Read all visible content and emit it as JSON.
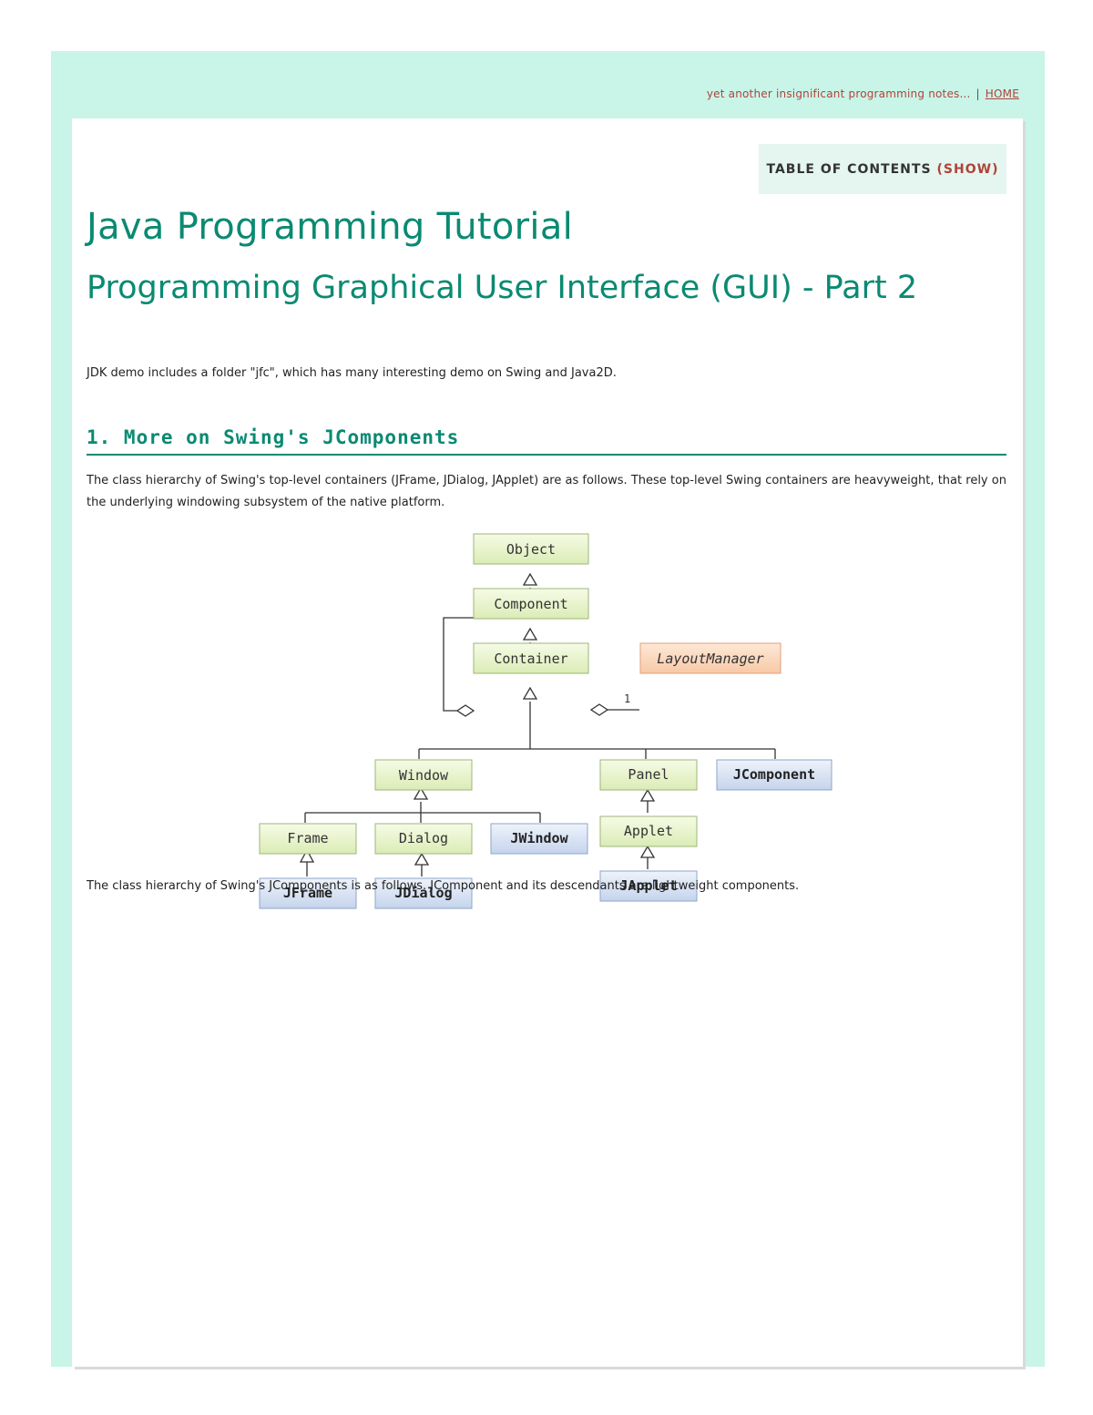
{
  "header": {
    "tagline": "yet another insignificant programming notes...",
    "separator": "|",
    "home_label": "HOME"
  },
  "toc": {
    "label": "TABLE OF CONTENTS",
    "show_label": "(SHOW)"
  },
  "page": {
    "title": "Java Programming Tutorial",
    "subtitle": "Programming Graphical User Interface (GUI) - Part 2",
    "intro": "JDK demo includes a folder \"jfc\", which has many interesting demo on Swing and Java2D.",
    "section_title": "1.  More on Swing's JComponents",
    "paragraph1": "The class hierarchy of Swing's top-level containers (JFrame, JDialog, JApplet) are as follows. These top-level Swing containers are heavyweight, that rely on the underlying windowing subsystem of the native platform.",
    "paragraph2": "The class hierarchy of Swing's JComponents is as follows. JComponent and its descendants are lightweight components."
  },
  "diagram": {
    "object": "Object",
    "component": "Component",
    "container": "Container",
    "layout_manager": "LayoutManager",
    "multiplicity": "1",
    "window": "Window",
    "panel": "Panel",
    "jcomponent": "JComponent",
    "frame": "Frame",
    "dialog": "Dialog",
    "jwindow": "JWindow",
    "applet": "Applet",
    "jframe": "JFrame",
    "jdialog": "JDialog",
    "japplet": "JApplet"
  },
  "colors": {
    "accent": "#0a8a72",
    "link": "#b0433a",
    "background": "#c8f5e8"
  }
}
